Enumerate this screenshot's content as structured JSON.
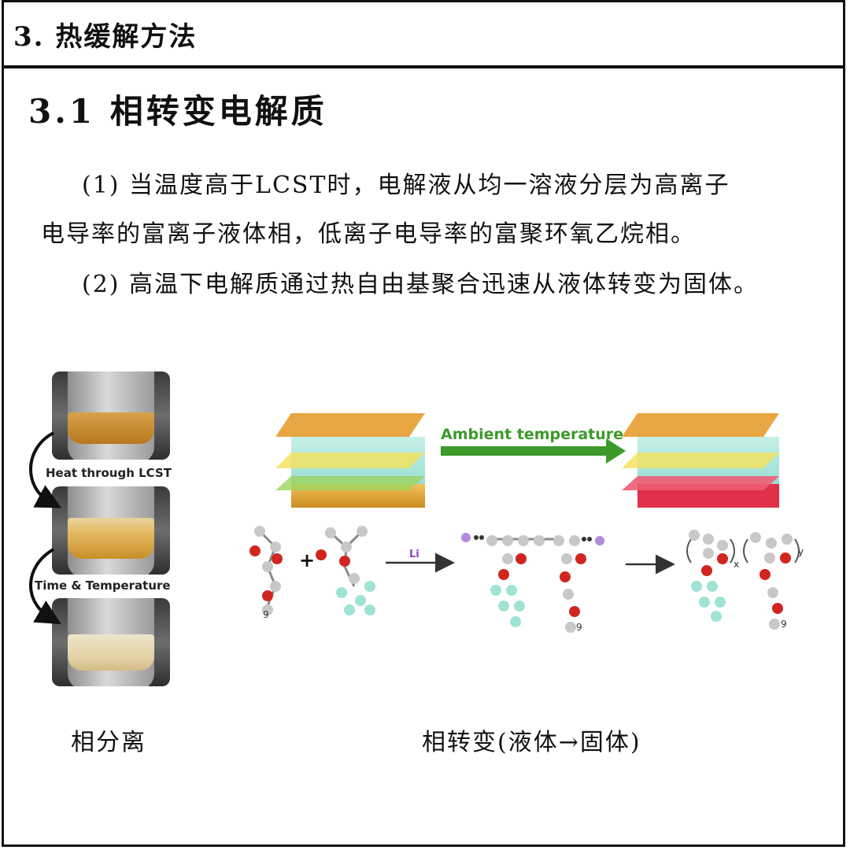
{
  "header": {
    "title": "3. 热缓解方法"
  },
  "section": {
    "title": "3.1 相转变电解质"
  },
  "paragraphs": {
    "p1_line1": "(1) 当温度高于LCST时，电解液从均一溶液分层为高离子",
    "p1_line2": "电导率的富离子液体相，低离子电导率的富聚环氧乙烷相。",
    "p2": "(2) 高温下电解质通过热自由基聚合迅速从液体转变为固体。"
  },
  "left_figure": {
    "label_heat": "Heat through LCST",
    "label_time": "Time & Temperature"
  },
  "right_figure": {
    "arrow_label": "Ambient temperature",
    "reaction_label": "Li",
    "subscript_9a": "9",
    "subscript_9b": "9",
    "subscript_9c": "9",
    "subscript_x": "x",
    "subscript_y": "y"
  },
  "captions": {
    "left": "相分离",
    "right": "相转变(液体→固体)"
  },
  "colors": {
    "arrow_green": "#3c9a2a",
    "oxygen_red": "#d0261e",
    "fluorine_cyan": "#9fe3d5",
    "lithium_purple": "#b38ad9",
    "carbon_gray": "#c8c8c8",
    "electrode_red": "#e0304a"
  }
}
